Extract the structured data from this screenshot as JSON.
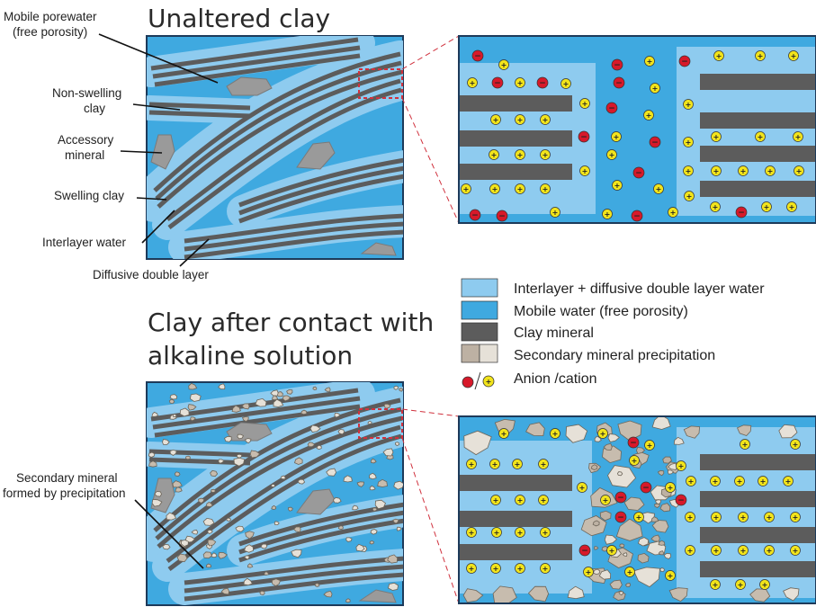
{
  "titles": {
    "top": "Unaltered clay",
    "bottom_line1": "Clay after contact with",
    "bottom_line2": "alkaline solution"
  },
  "labels": {
    "mobile_porewater_1": "Mobile porewater",
    "mobile_porewater_2": "(free porosity)",
    "non_swelling_1": "Non-swelling",
    "non_swelling_2": "clay",
    "accessory_1": "Accessory",
    "accessory_2": "mineral",
    "swelling": "Swelling clay",
    "interlayer": "Interlayer water",
    "diffusive": "Diffusive double layer",
    "secondary_1": "Secondary mineral",
    "secondary_2": "formed by precipitation"
  },
  "legend": [
    {
      "label": "Interlayer + diffusive double layer water",
      "swatch": "interlayer-swatch"
    },
    {
      "label": "Mobile water (free porosity)",
      "swatch": "mobile-water-swatch"
    },
    {
      "label": "Clay mineral",
      "swatch": "clay-mineral-swatch"
    },
    {
      "label": "Secondary mineral precipitation",
      "swatch": "secondary-mineral-swatch"
    },
    {
      "label": "Anion /cation",
      "swatch": "anion-cation-icon"
    }
  ],
  "colors": {
    "mobile_water": "#3fa9e0",
    "interlayer_water": "#8ecbef",
    "clay": "#5c5c5c",
    "secondary_mineral": "#c7bcae",
    "anion": "#d7192a",
    "cation": "#f2e41b",
    "zoom_box": "#d0313d"
  },
  "ions": {
    "cation_symbol": "+",
    "anion_symbol": "−"
  }
}
